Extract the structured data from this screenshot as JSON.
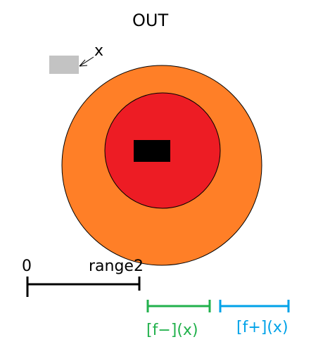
{
  "diagram": {
    "title": "OUT",
    "point_label": "x",
    "scale": {
      "start_label": "0",
      "end_label": "range2"
    },
    "intervals": [
      {
        "label": "[f−](x)",
        "color": "#22b14c"
      },
      {
        "label": "[f+](x)",
        "color": "#00a2e8"
      }
    ],
    "colors": {
      "outer_circle": "#ff7f27",
      "inner_circle": "#ed1c24",
      "center_block": "#000000",
      "point_block": "#c3c3c3"
    }
  }
}
